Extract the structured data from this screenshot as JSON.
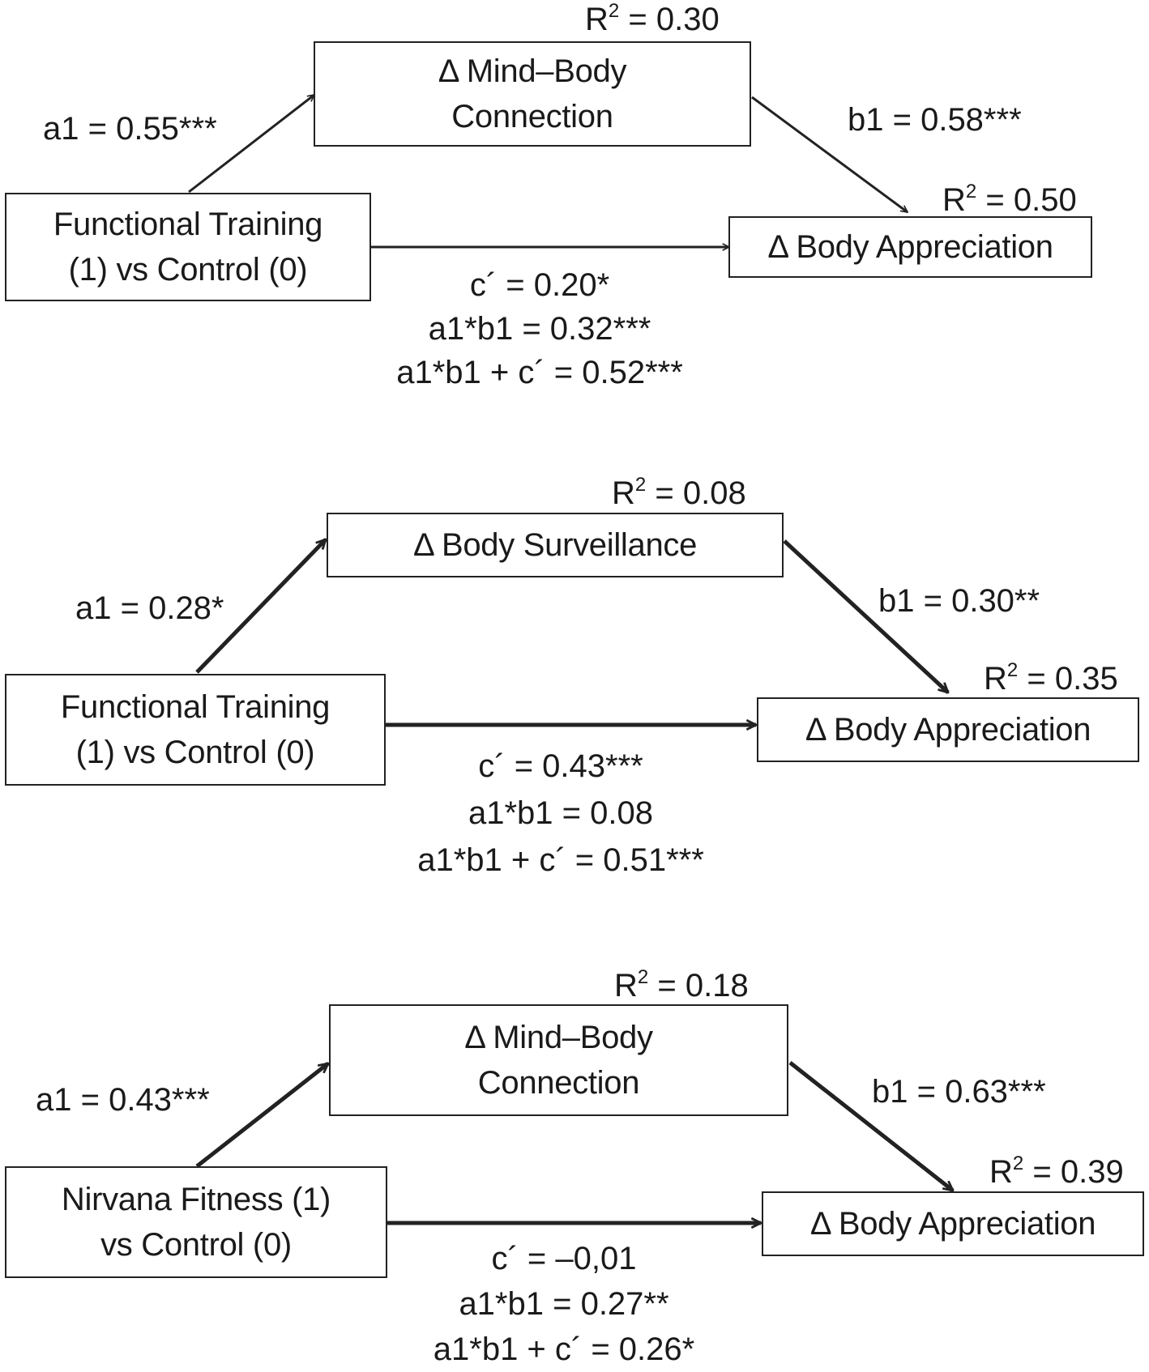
{
  "diagrams": [
    {
      "predictor": {
        "line1": "Functional Training",
        "line2": "(1) vs Control (0)"
      },
      "mediator": {
        "line1": "Δ Mind–Body",
        "line2": "Connection",
        "r2": "0.30"
      },
      "outcome": {
        "label": "Δ Body Appreciation",
        "r2": "0.50"
      },
      "a_path": "a1 = 0.55***",
      "b_path": "b1 = 0.58***",
      "c_prime": "c´ = 0.20*",
      "indirect": "a1*b1 = 0.32***",
      "total": "a1*b1 + c´ = 0.52***"
    },
    {
      "predictor": {
        "line1": "Functional Training",
        "line2": "(1) vs Control (0)"
      },
      "mediator": {
        "line1": "Δ Body Surveillance",
        "line2": "",
        "r2": "0.08"
      },
      "outcome": {
        "label": "Δ Body Appreciation",
        "r2": "0.35"
      },
      "a_path": "a1 = 0.28*",
      "b_path": "b1 = 0.30**",
      "c_prime": "c´ = 0.43***",
      "indirect": "a1*b1 = 0.08",
      "total": "a1*b1 + c´ = 0.51***"
    },
    {
      "predictor": {
        "line1": "Nirvana Fitness (1)",
        "line2": "vs Control (0)"
      },
      "mediator": {
        "line1": "Δ Mind–Body",
        "line2": "Connection",
        "r2": "0.18"
      },
      "outcome": {
        "label": "Δ Body Appreciation",
        "r2": "0.39"
      },
      "a_path": "a1 = 0.43***",
      "b_path": "b1 = 0.63***",
      "c_prime": "c´ = –0,01",
      "indirect": "a1*b1 = 0.27**",
      "total": "a1*b1 + c´ = 0.26*"
    }
  ],
  "r2_prefix": "R",
  "r2_exponent": "2",
  "r2_equals": " = "
}
